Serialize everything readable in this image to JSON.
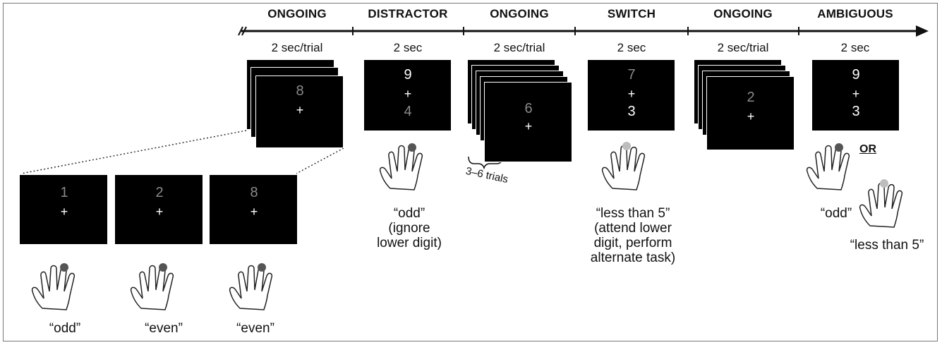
{
  "phases": [
    {
      "label": "ONGOING",
      "duration": "2 sec/trial"
    },
    {
      "label": "DISTRACTOR",
      "duration": "2 sec"
    },
    {
      "label": "ONGOING",
      "duration": "2 sec/trial"
    },
    {
      "label": "SWITCH",
      "duration": "2 sec"
    },
    {
      "label": "ONGOING",
      "duration": "2 sec/trial"
    },
    {
      "label": "AMBIGUOUS",
      "duration": "2 sec"
    }
  ],
  "stimuli": {
    "ongoing1": {
      "top": "8",
      "bottom": "+"
    },
    "distractor": {
      "top": "9",
      "mid": "+",
      "bottom": "4"
    },
    "ongoing2": {
      "top": "6",
      "bottom": "+"
    },
    "switch": {
      "top": "7",
      "mid": "+",
      "bottom": "3"
    },
    "ongoing3": {
      "top": "2",
      "bottom": "+"
    },
    "ambiguous": {
      "top": "9",
      "mid": "+",
      "bottom": "3"
    }
  },
  "expanded_trials": [
    {
      "digit": "1",
      "plus": "+",
      "response": "“odd”"
    },
    {
      "digit": "2",
      "plus": "+",
      "response": "“even”"
    },
    {
      "digit": "8",
      "plus": "+",
      "response": "“even”"
    }
  ],
  "responses": {
    "distractor": [
      "“odd”",
      "(ignore",
      "lower digit)"
    ],
    "switch": [
      "“less than 5”",
      "(attend lower",
      "digit, perform",
      "alternate task)"
    ],
    "ambiguous_a": "“odd”",
    "or_label": "OR",
    "ambiguous_b": "“less than 5”"
  },
  "trials_range": "3–6 trials",
  "colors": {
    "screen": "#000000",
    "bright_digit": "#ffffff",
    "dim_digit": "#8a8a8a",
    "highlight_dark": "#555555",
    "highlight_light": "#bdbdbd"
  }
}
